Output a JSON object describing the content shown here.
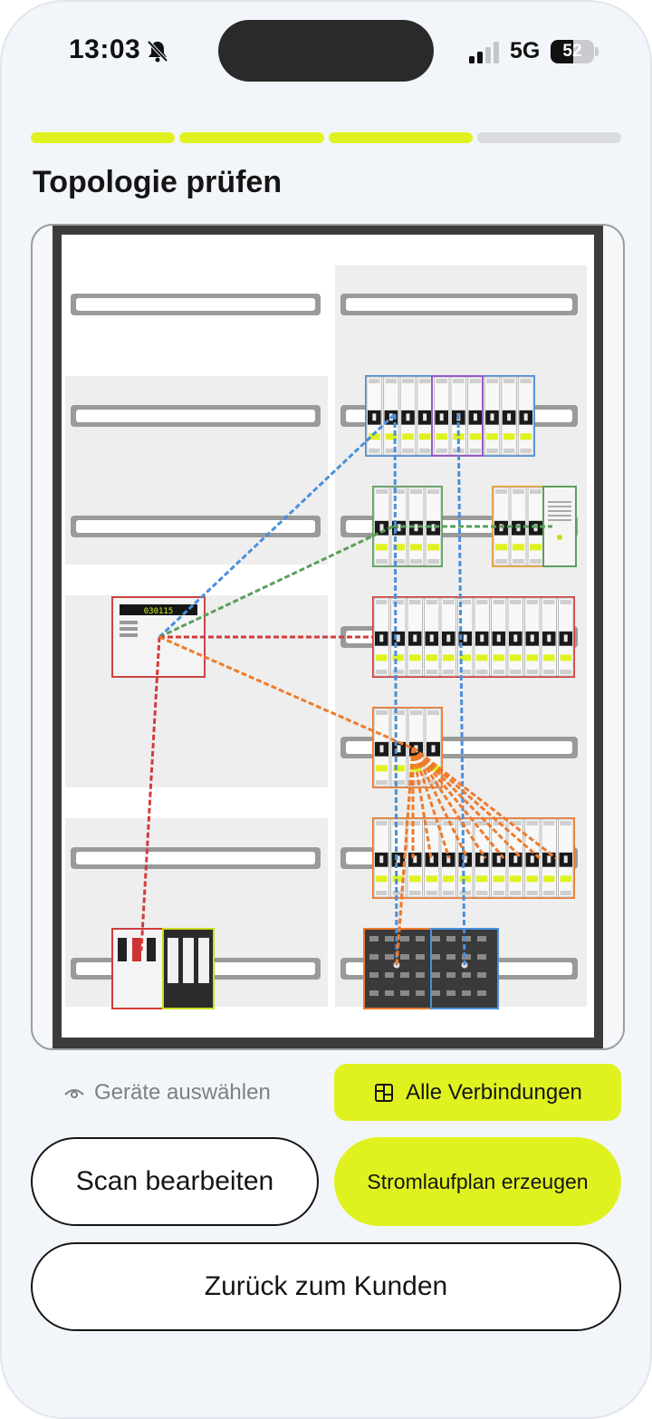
{
  "status_bar": {
    "time": "13:03",
    "network": "5G",
    "battery": "52",
    "battery_level": 0.52
  },
  "progress": {
    "total_steps": 4,
    "completed_steps": 3,
    "active_color": "#dff21f",
    "inactive_color": "#d9dbde"
  },
  "page": {
    "title": "Topologie prüfen"
  },
  "diagram": {
    "meter_display": "030115",
    "connection_colors": {
      "blue": "#4a8fdc",
      "green": "#5aa05a",
      "red": "#d23b3b",
      "orange": "#ef7a2b",
      "purple": "#9b59c9"
    }
  },
  "controls": {
    "devices_toggle_label": "Geräte auswählen",
    "all_connections_label": "Alle Verbindungen",
    "scan_edit_label": "Scan bearbeiten",
    "generate_plan_label": "Stromlaufplan erzeugen",
    "back_to_customer_label": "Zurück zum Kunden"
  }
}
